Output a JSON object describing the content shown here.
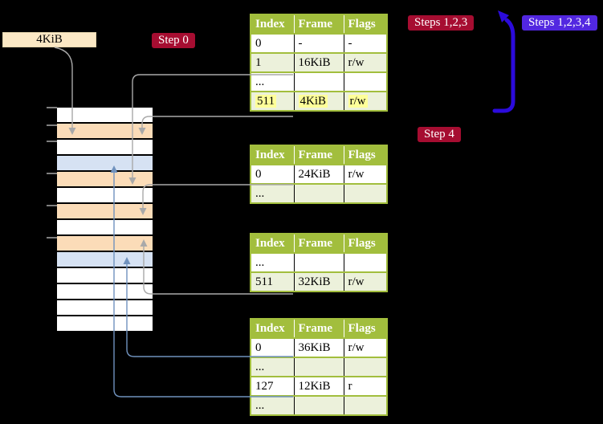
{
  "title": "Page table translation diagram",
  "labels": {
    "frame_4kib": "4KiB",
    "step0": "Step 0",
    "steps123": "Steps 1,2,3",
    "steps1234": "Steps 1,2,3,4",
    "step4": "Step 4"
  },
  "colors": {
    "background": "#000000",
    "crimson_badge": "#A60D31",
    "violet_badge": "#5227E0",
    "cream_label_bg": "#FBE8C5",
    "table_green": "#A2BE3D",
    "table_row_tint": "#ECF1DB",
    "highlight_yellow": "#FFFF99",
    "frame_peach": "#FBDCB8",
    "frame_blue": "#D6E2F3",
    "frame_white": "#FFFFFF",
    "gray_arrow": "#A9A9A9",
    "steelblue_arrow": "#7092BE",
    "big_arrow_blue": "#2B0BDC",
    "tick_gray": "#7F7F7F"
  },
  "memory_stack": {
    "rows": [
      "white",
      "peach",
      "white",
      "blue",
      "peach",
      "white",
      "peach",
      "white",
      "peach",
      "blue",
      "white",
      "white",
      "white",
      "white"
    ]
  },
  "tables": [
    {
      "name": "page-table-level4",
      "headers": [
        "Index",
        "Frame",
        "Flags"
      ],
      "rows": [
        {
          "cells": [
            "0",
            "-",
            "-"
          ],
          "tint": false,
          "highlight": false
        },
        {
          "cells": [
            "1",
            "16KiB",
            "r/w"
          ],
          "tint": true,
          "highlight": false
        },
        {
          "cells": [
            "...",
            "",
            ""
          ],
          "tint": false,
          "highlight": false
        },
        {
          "cells": [
            "511",
            "4KiB",
            "r/w"
          ],
          "tint": true,
          "highlight": true
        }
      ]
    },
    {
      "name": "page-table-level3",
      "headers": [
        "Index",
        "Frame",
        "Flags"
      ],
      "rows": [
        {
          "cells": [
            "0",
            "24KiB",
            "r/w"
          ],
          "tint": false,
          "highlight": false
        },
        {
          "cells": [
            "...",
            "",
            ""
          ],
          "tint": true,
          "highlight": false
        }
      ]
    },
    {
      "name": "page-table-level2",
      "headers": [
        "Index",
        "Frame",
        "Flags"
      ],
      "rows": [
        {
          "cells": [
            "...",
            "",
            ""
          ],
          "tint": false,
          "highlight": false
        },
        {
          "cells": [
            "511",
            "32KiB",
            "r/w"
          ],
          "tint": true,
          "highlight": false
        }
      ]
    },
    {
      "name": "page-table-level1",
      "headers": [
        "Index",
        "Frame",
        "Flags"
      ],
      "rows": [
        {
          "cells": [
            "0",
            "36KiB",
            "r/w"
          ],
          "tint": false,
          "highlight": false
        },
        {
          "cells": [
            "...",
            "",
            ""
          ],
          "tint": true,
          "highlight": false
        },
        {
          "cells": [
            "127",
            "12KiB",
            "r"
          ],
          "tint": false,
          "highlight": false
        },
        {
          "cells": [
            "...",
            "",
            ""
          ],
          "tint": true,
          "highlight": false
        }
      ]
    }
  ]
}
